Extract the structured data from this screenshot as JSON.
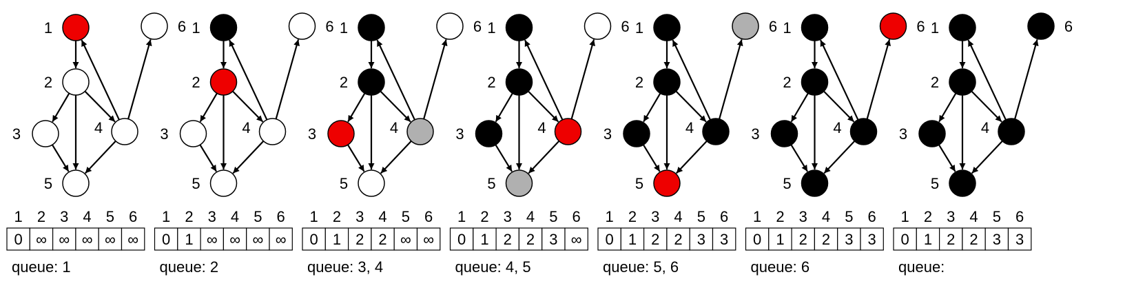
{
  "colors": {
    "white": "#ffffff",
    "black": "#000000",
    "gray": "#b0b0b0",
    "red": "#ee0000",
    "stroke": "#000000",
    "background": "#ffffff"
  },
  "graph": {
    "nodes": [
      "1",
      "2",
      "3",
      "4",
      "5",
      "6"
    ],
    "edges": [
      [
        "1",
        "2"
      ],
      [
        "2",
        "3"
      ],
      [
        "2",
        "4"
      ],
      [
        "2",
        "5"
      ],
      [
        "3",
        "5"
      ],
      [
        "4",
        "1"
      ],
      [
        "4",
        "5"
      ],
      [
        "4",
        "6"
      ]
    ]
  },
  "table_headers": [
    "1",
    "2",
    "3",
    "4",
    "5",
    "6"
  ],
  "steps": [
    {
      "node_colors": [
        "red",
        "white",
        "white",
        "white",
        "white",
        "white"
      ],
      "distances": [
        "0",
        "∞",
        "∞",
        "∞",
        "∞",
        "∞"
      ],
      "queue": "queue: 1"
    },
    {
      "node_colors": [
        "black",
        "red",
        "white",
        "white",
        "white",
        "white"
      ],
      "distances": [
        "0",
        "1",
        "∞",
        "∞",
        "∞",
        "∞"
      ],
      "queue": "queue: 2"
    },
    {
      "node_colors": [
        "black",
        "black",
        "red",
        "gray",
        "white",
        "white"
      ],
      "distances": [
        "0",
        "1",
        "2",
        "2",
        "∞",
        "∞"
      ],
      "queue": "queue: 3, 4"
    },
    {
      "node_colors": [
        "black",
        "black",
        "black",
        "red",
        "gray",
        "white"
      ],
      "distances": [
        "0",
        "1",
        "2",
        "2",
        "3",
        "∞"
      ],
      "queue": "queue: 4, 5"
    },
    {
      "node_colors": [
        "black",
        "black",
        "black",
        "black",
        "red",
        "gray"
      ],
      "distances": [
        "0",
        "1",
        "2",
        "2",
        "3",
        "3"
      ],
      "queue": "queue: 5, 6"
    },
    {
      "node_colors": [
        "black",
        "black",
        "black",
        "black",
        "black",
        "red"
      ],
      "distances": [
        "0",
        "1",
        "2",
        "2",
        "3",
        "3"
      ],
      "queue": "queue: 6"
    },
    {
      "node_colors": [
        "black",
        "black",
        "black",
        "black",
        "black",
        "black"
      ],
      "distances": [
        "0",
        "1",
        "2",
        "2",
        "3",
        "3"
      ],
      "queue": "queue:"
    }
  ]
}
